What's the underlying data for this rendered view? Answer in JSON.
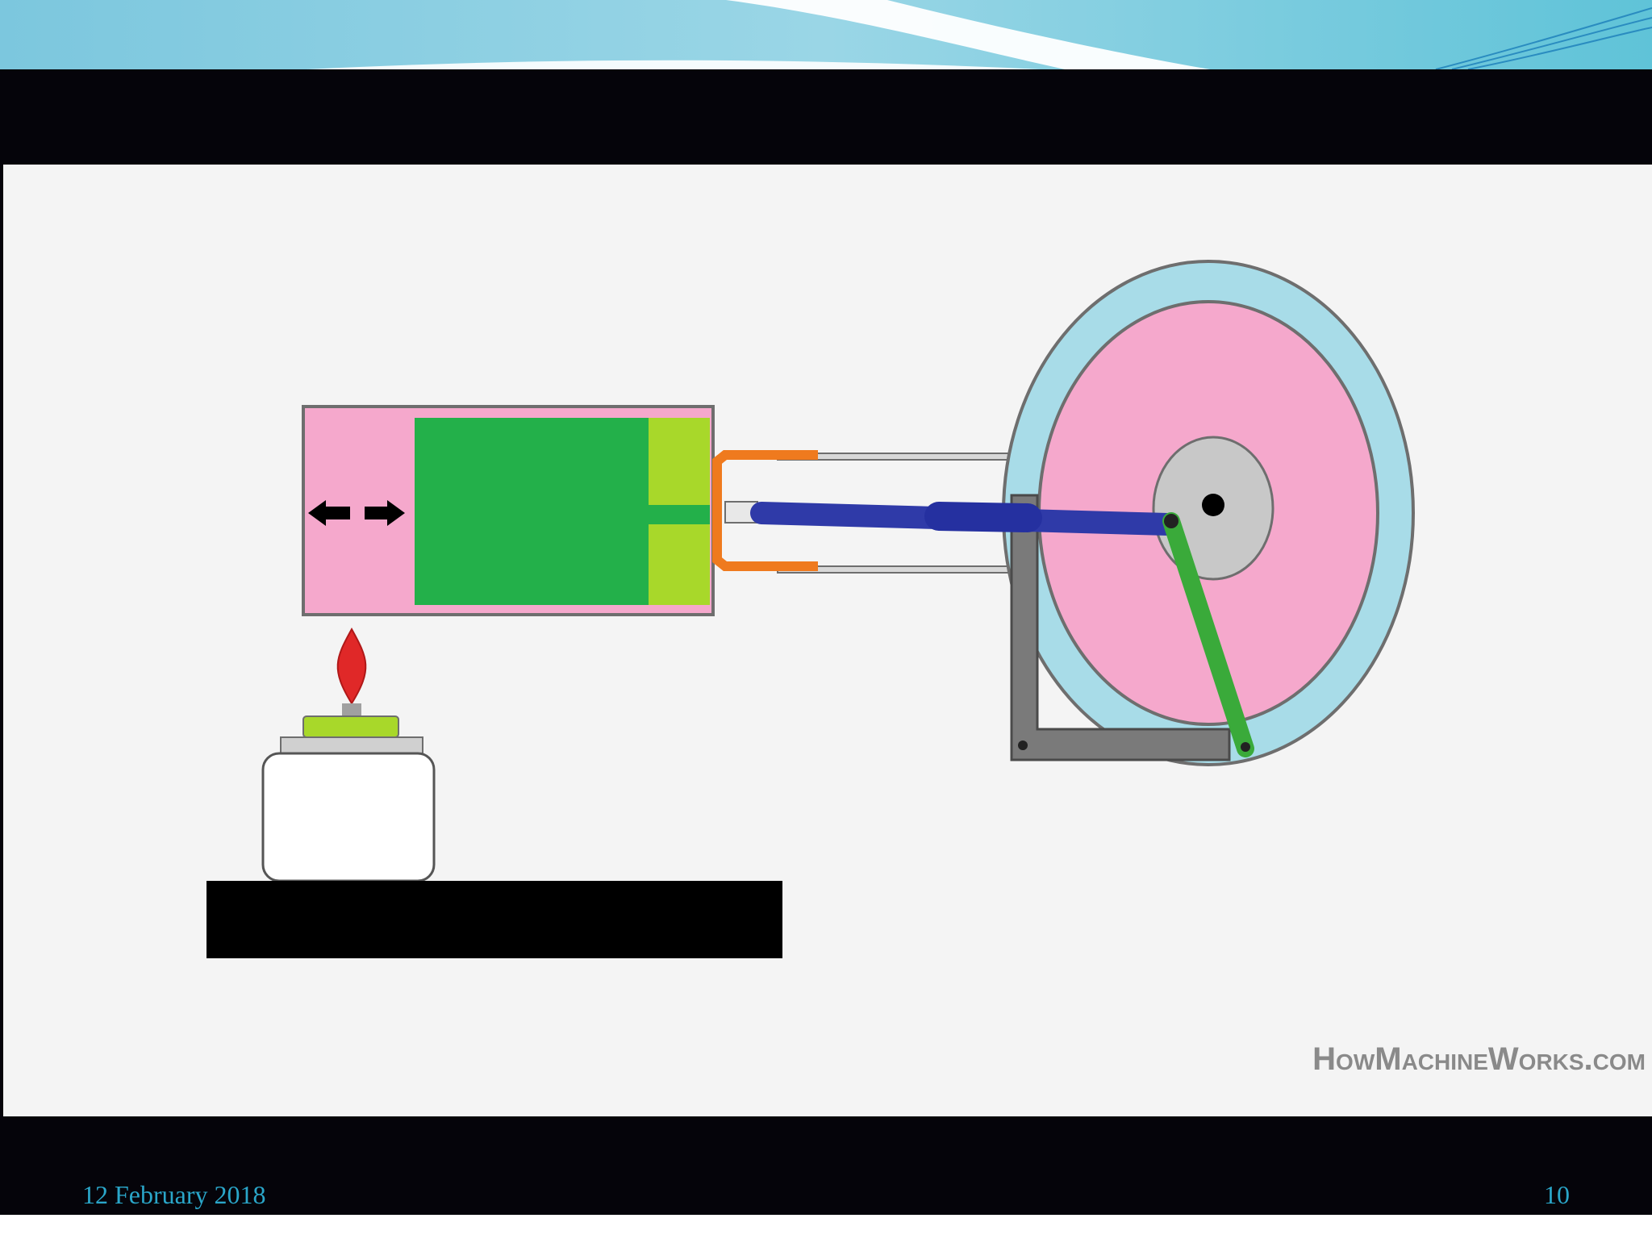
{
  "watermark": "HowMachineWorks.com",
  "footer": {
    "date": "12 February 2018",
    "page_number": "10"
  },
  "colors": {
    "hot_chamber": "#f5a8cc",
    "displacer": "#23b04a",
    "piston": "#a8d82a",
    "connecting_rod": "#2f3aa8",
    "crank_arm": "#3aaa3a",
    "flywheel_rim": "#a8dce8",
    "flywheel_face": "#f5a8cc",
    "hub": "#c8c8c8",
    "flame": "#e02828",
    "frame": "#6e6e6e",
    "header_teal": "#5fc3d8"
  },
  "icons": [
    "flame-icon",
    "left-arrow-icon",
    "right-arrow-icon"
  ]
}
